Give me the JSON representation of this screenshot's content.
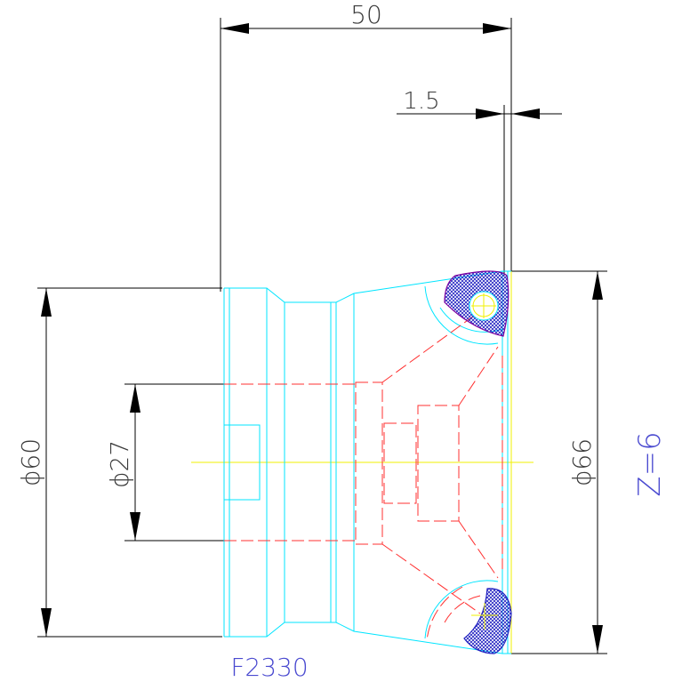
{
  "drawing": {
    "dimensions": {
      "overall_length": "50",
      "offset": "1.5",
      "outer_diameter": "ϕ60",
      "bore_diameter": "ϕ27",
      "cutting_diameter": "ϕ66"
    },
    "teeth_count": "Z=6",
    "part_number": "F2330"
  },
  "colors": {
    "dimension": "#000000",
    "body_outline": "#00e5ff",
    "hidden_lines": "#ff3030",
    "centerline": "#f0f000",
    "insert_hatch": "#2020c0",
    "label_blue": "#4a4ad0"
  }
}
